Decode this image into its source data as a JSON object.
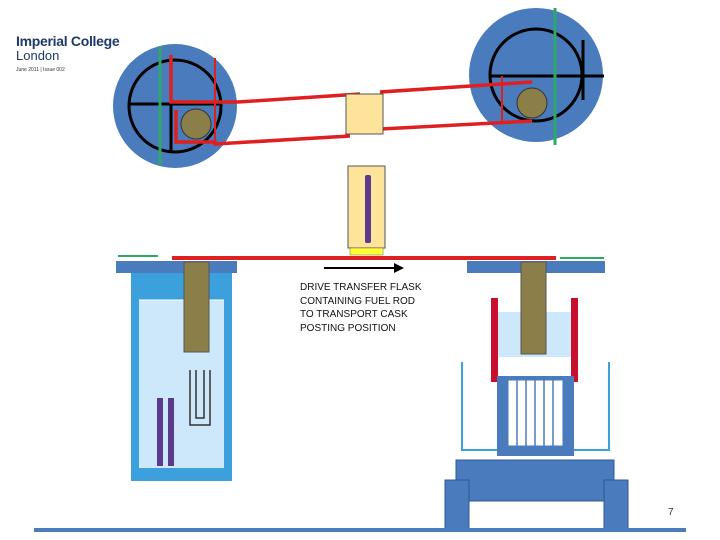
{
  "header": {
    "logo_line1": "Imperial College",
    "logo_line2": "London",
    "date_issue": "June 2011 | Issue 002"
  },
  "caption": {
    "lines": [
      "DRIVE TRANSFER FLASK",
      "CONTAINING FUEL ROD",
      "TO TRANSPORT CASK",
      "POSTING POSITION"
    ]
  },
  "page_number": "7",
  "colors": {
    "drum_blue": "#4a7bbd",
    "belt_red": "#e02020",
    "fuel_rod_purple": "#5b3a8c",
    "flask_yellow": "#fde49a",
    "water_light_blue": "#cde8fa",
    "guide_green": "#2ea86a",
    "plunger_olive": "#8b7e48"
  }
}
